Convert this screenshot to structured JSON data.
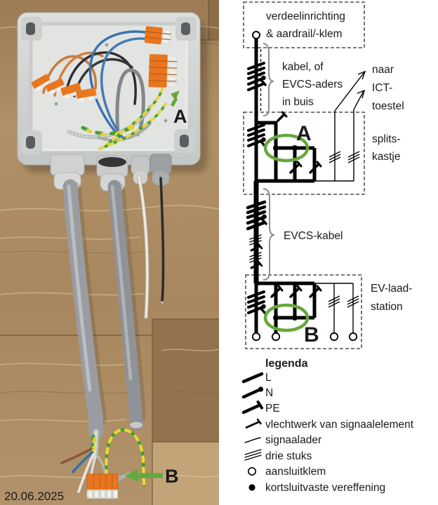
{
  "date": "20.06.2025",
  "photo": {
    "label_a": "A",
    "label_b": "B"
  },
  "schematic": {
    "top_box": [
      "verdeelinrichting",
      "& aardrail/-klem"
    ],
    "cable_label": [
      "kabel, of",
      "EVCS-aders",
      "in buis"
    ],
    "ict_label": [
      "naar",
      "ICT-",
      "toestel"
    ],
    "splits_label": [
      "splits-",
      "kastje"
    ],
    "evcs_label": "EVCS-kabel",
    "ev_label": [
      "EV-laad-",
      "station"
    ],
    "label_a": "A",
    "label_b": "B"
  },
  "legend": {
    "title": "legenda",
    "items": [
      {
        "icon": "l-conductor-icon",
        "label": "L"
      },
      {
        "icon": "n-conductor-icon",
        "label": "N"
      },
      {
        "icon": "pe-conductor-icon",
        "label": "PE"
      },
      {
        "icon": "braid-icon",
        "label": "vlechtwerk van signaalelement"
      },
      {
        "icon": "signal-wire-icon",
        "label": "signaalader"
      },
      {
        "icon": "three-pieces-icon",
        "label": "drie stuks"
      },
      {
        "icon": "terminal-icon",
        "label": "aansluitklem"
      },
      {
        "icon": "bond-icon",
        "label": "kortsluitvaste vereffening"
      }
    ]
  },
  "colors": {
    "annotation_green": "#65a83e",
    "wago_orange": "#e8751f",
    "box_gray": "#d6d8d7",
    "cable_gray": "#989ba0",
    "wood_brown": "#a8875e",
    "circuit_black": "#000000"
  }
}
